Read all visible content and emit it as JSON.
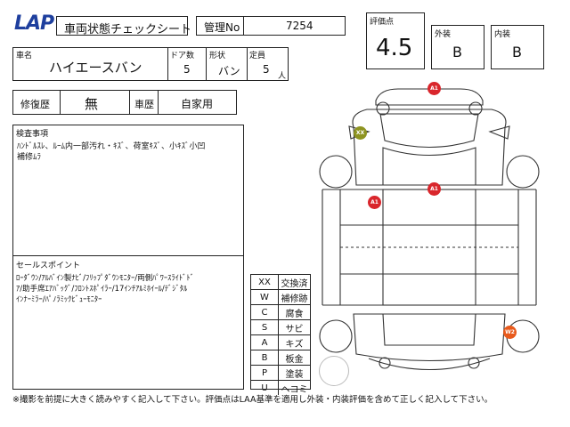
{
  "logo": {
    "text": "LAP"
  },
  "header": {
    "sheet_title": "車両状態チェックシート",
    "mgmt_label": "管理No",
    "mgmt_value": "7254"
  },
  "vehicle": {
    "name_label": "車名",
    "name_value": "ハイエースバン",
    "doors_label": "ドア数",
    "doors_value": "5",
    "shape_label": "形状",
    "shape_value": "バン",
    "capacity_label": "定員",
    "capacity_value": "5",
    "capacity_unit": "人"
  },
  "history": {
    "repair_label": "修復歴",
    "repair_value": "無",
    "usage_label": "車歴",
    "usage_value": "自家用"
  },
  "score": {
    "label": "評価点",
    "value": "4.5",
    "exterior_label": "外装",
    "exterior_value": "B",
    "interior_label": "内装",
    "interior_value": "B"
  },
  "inspection": {
    "label": "検査事項",
    "line1": "ﾊﾝﾄﾞﾙｽﾚ、ﾙｰﾑ内一部汚れ・ｷｽﾞ、荷室ｷｽﾞ、小ｷｽﾞ小凹",
    "line2": "補修ﾑﾗ"
  },
  "selling": {
    "label": "セールスポイント",
    "line1": "ﾛｰﾀﾞｳﾝ/ｱﾙﾊﾞｲﾝ製ﾅﾋﾞ/ﾌﾘｯﾌﾟﾀﾞｳﾝﾓﾆﾀｰ/両側ﾊﾟﾜｰｽﾗｲﾄﾞﾄﾞ",
    "line2": "ｱ/助手席ｴｱﾊﾞｯｸﾞ/ﾌﾛﾝﾄｽﾎﾟｲﾗｰ/17ｲﾝﾁｱﾙﾐﾎｲｰﾙ/ﾃﾞｼﾞﾀﾙ",
    "line3": "ｲﾝﾅｰﾐﾗｰ/ﾊﾟﾉﾗﾐｯｸﾋﾞｭｰﾓﾆﾀｰ"
  },
  "legend": [
    {
      "code": "XX",
      "desc": "交換済"
    },
    {
      "code": "W",
      "desc": "補修跡"
    },
    {
      "code": "C",
      "desc": "腐食"
    },
    {
      "code": "S",
      "desc": "サビ"
    },
    {
      "code": "A",
      "desc": "キズ"
    },
    {
      "code": "B",
      "desc": "板金"
    },
    {
      "code": "P",
      "desc": "塗装"
    },
    {
      "code": "U",
      "desc": "ヘコミ"
    }
  ],
  "damage_marks": [
    {
      "code": "A1",
      "color": "#d9262c"
    },
    {
      "code": "XX",
      "color": "#8e9421"
    },
    {
      "code": "A1",
      "color": "#d9262c"
    },
    {
      "code": "A1",
      "color": "#d9262c"
    },
    {
      "code": "W2",
      "color": "#e85a1c"
    }
  ],
  "footer": {
    "note": "※撮影を前提に大きく読みやすく記入して下さい。評価点はLAA基準を適用し外装・内装評価を含めて正しく記入して下さい。"
  }
}
